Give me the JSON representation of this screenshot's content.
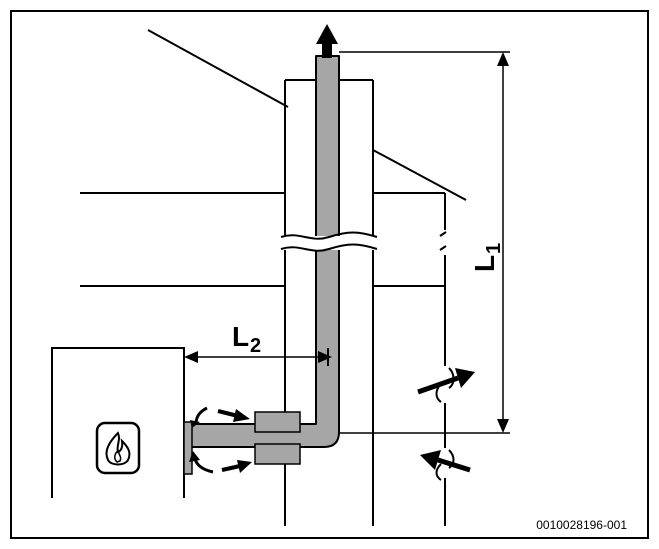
{
  "labels": {
    "l1_main": "L",
    "l1_sub": "1",
    "l2_main": "L",
    "l2_sub": "2"
  },
  "figure_code": "0010028196-001",
  "icons": {
    "boiler": "flame-icon",
    "arrows": "airflow-arrow-icon"
  },
  "colors": {
    "pipe": "#a6a6a6",
    "stroke": "#000000",
    "background": "#ffffff"
  }
}
